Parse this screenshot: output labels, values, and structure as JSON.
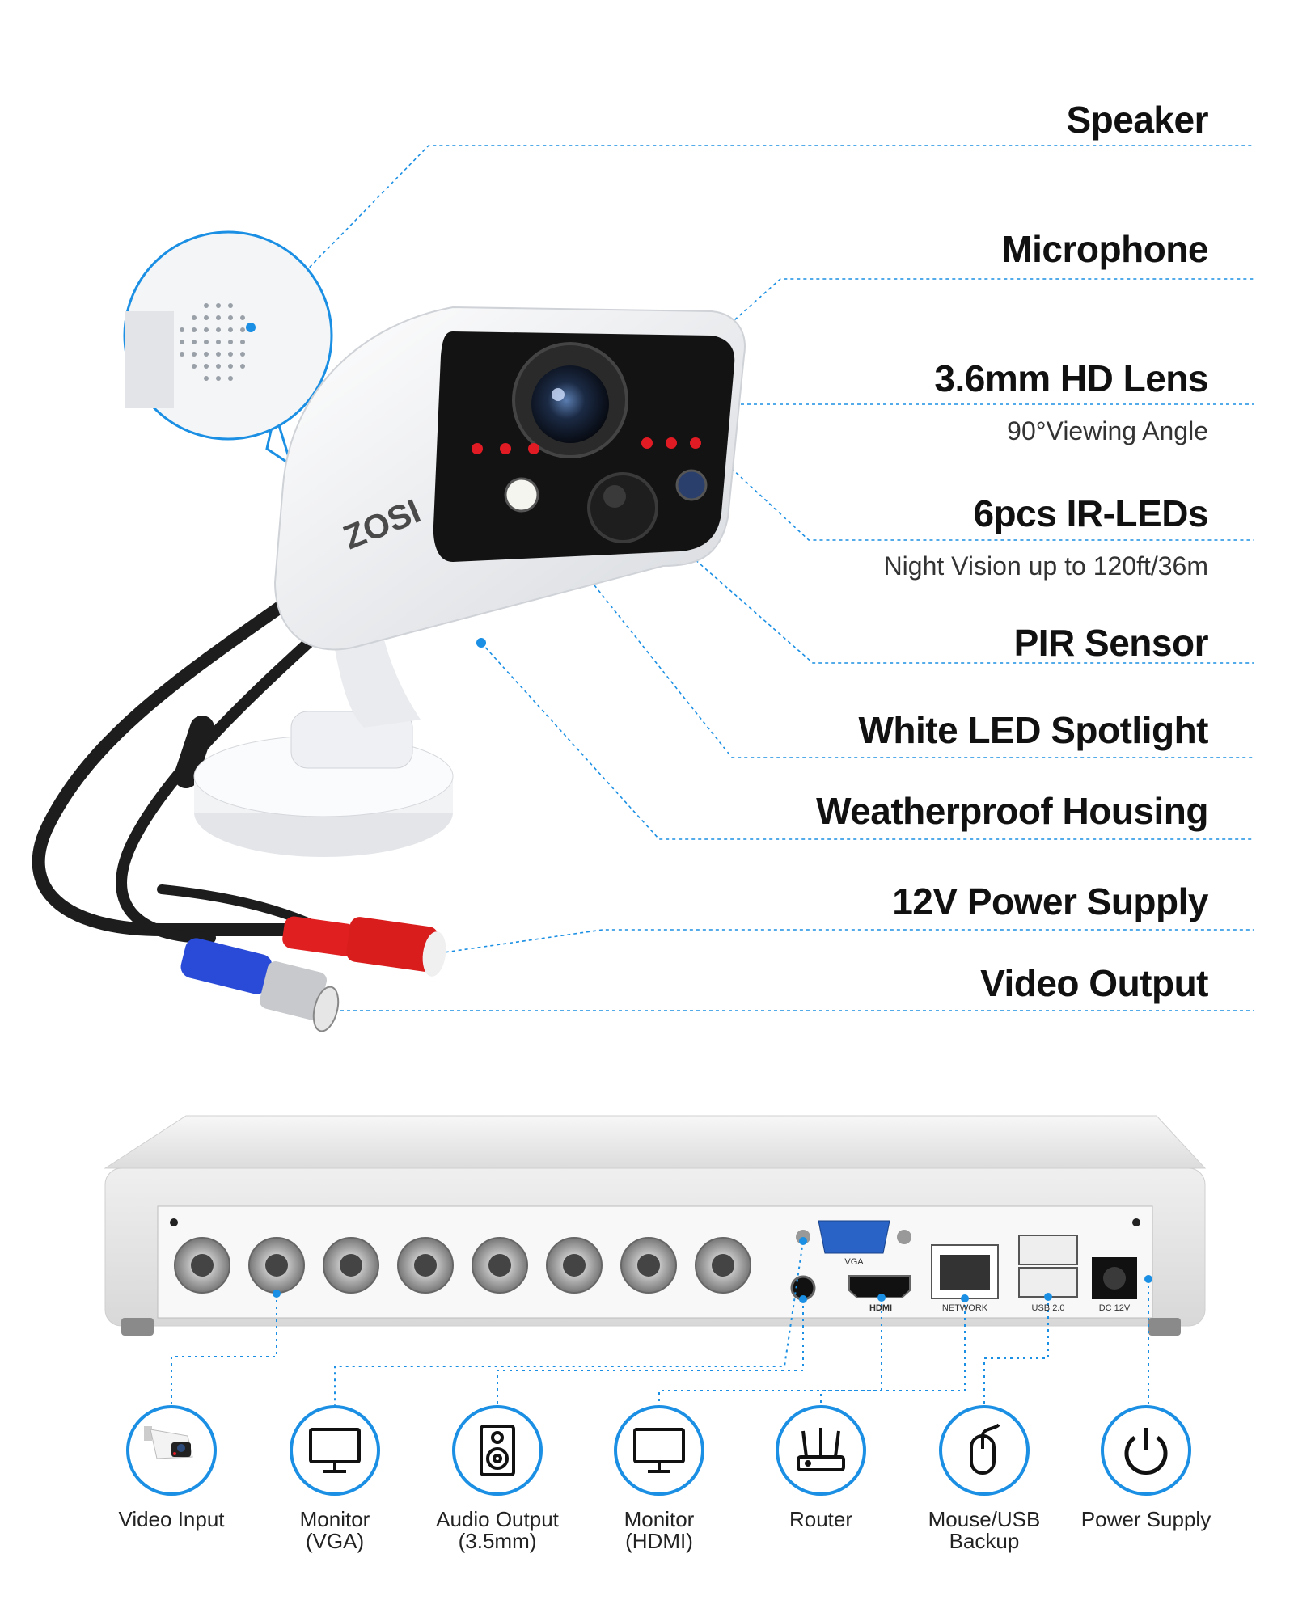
{
  "callouts": [
    {
      "id": "speaker",
      "title": "Speaker"
    },
    {
      "id": "microphone",
      "title": "Microphone"
    },
    {
      "id": "lens",
      "title": "3.6mm HD Lens",
      "subtitle": "90°Viewing Angle"
    },
    {
      "id": "ir-leds",
      "title": "6pcs IR-LEDs",
      "subtitle": "Night Vision up to 120ft/36m"
    },
    {
      "id": "pir",
      "title": "PIR Sensor"
    },
    {
      "id": "spotlight",
      "title": "White LED Spotlight"
    },
    {
      "id": "housing",
      "title": "Weatherproof Housing"
    },
    {
      "id": "power",
      "title": "12V Power Supply"
    },
    {
      "id": "video",
      "title": "Video Output"
    }
  ],
  "camera": {
    "brand": "ZOSI"
  },
  "dvr": {
    "port_labels": {
      "vga": "VGA",
      "hdmi": "HDMI",
      "network": "NETWORK",
      "usb": "USB 2.0",
      "dc": "DC 12V"
    }
  },
  "connections": [
    {
      "id": "video-input",
      "label": "Video Input",
      "icon": "camera-icon"
    },
    {
      "id": "monitor-vga",
      "label": "Monitor\n(VGA)",
      "icon": "monitor-icon"
    },
    {
      "id": "audio-output",
      "label": "Audio Output\n(3.5mm)",
      "icon": "speaker-icon"
    },
    {
      "id": "monitor-hdmi",
      "label": "Monitor\n(HDMI)",
      "icon": "monitor-icon"
    },
    {
      "id": "router",
      "label": "Router",
      "icon": "router-icon"
    },
    {
      "id": "mouse-usb",
      "label": "Mouse/USB\nBackup",
      "icon": "mouse-icon"
    },
    {
      "id": "power-supply",
      "label": "Power Supply",
      "icon": "power-icon"
    }
  ],
  "colors": {
    "accent": "#1a8fe3",
    "ir_led": "#e01b24",
    "bnc_red": "#e02020",
    "bnc_blue": "#2a4bd7"
  }
}
